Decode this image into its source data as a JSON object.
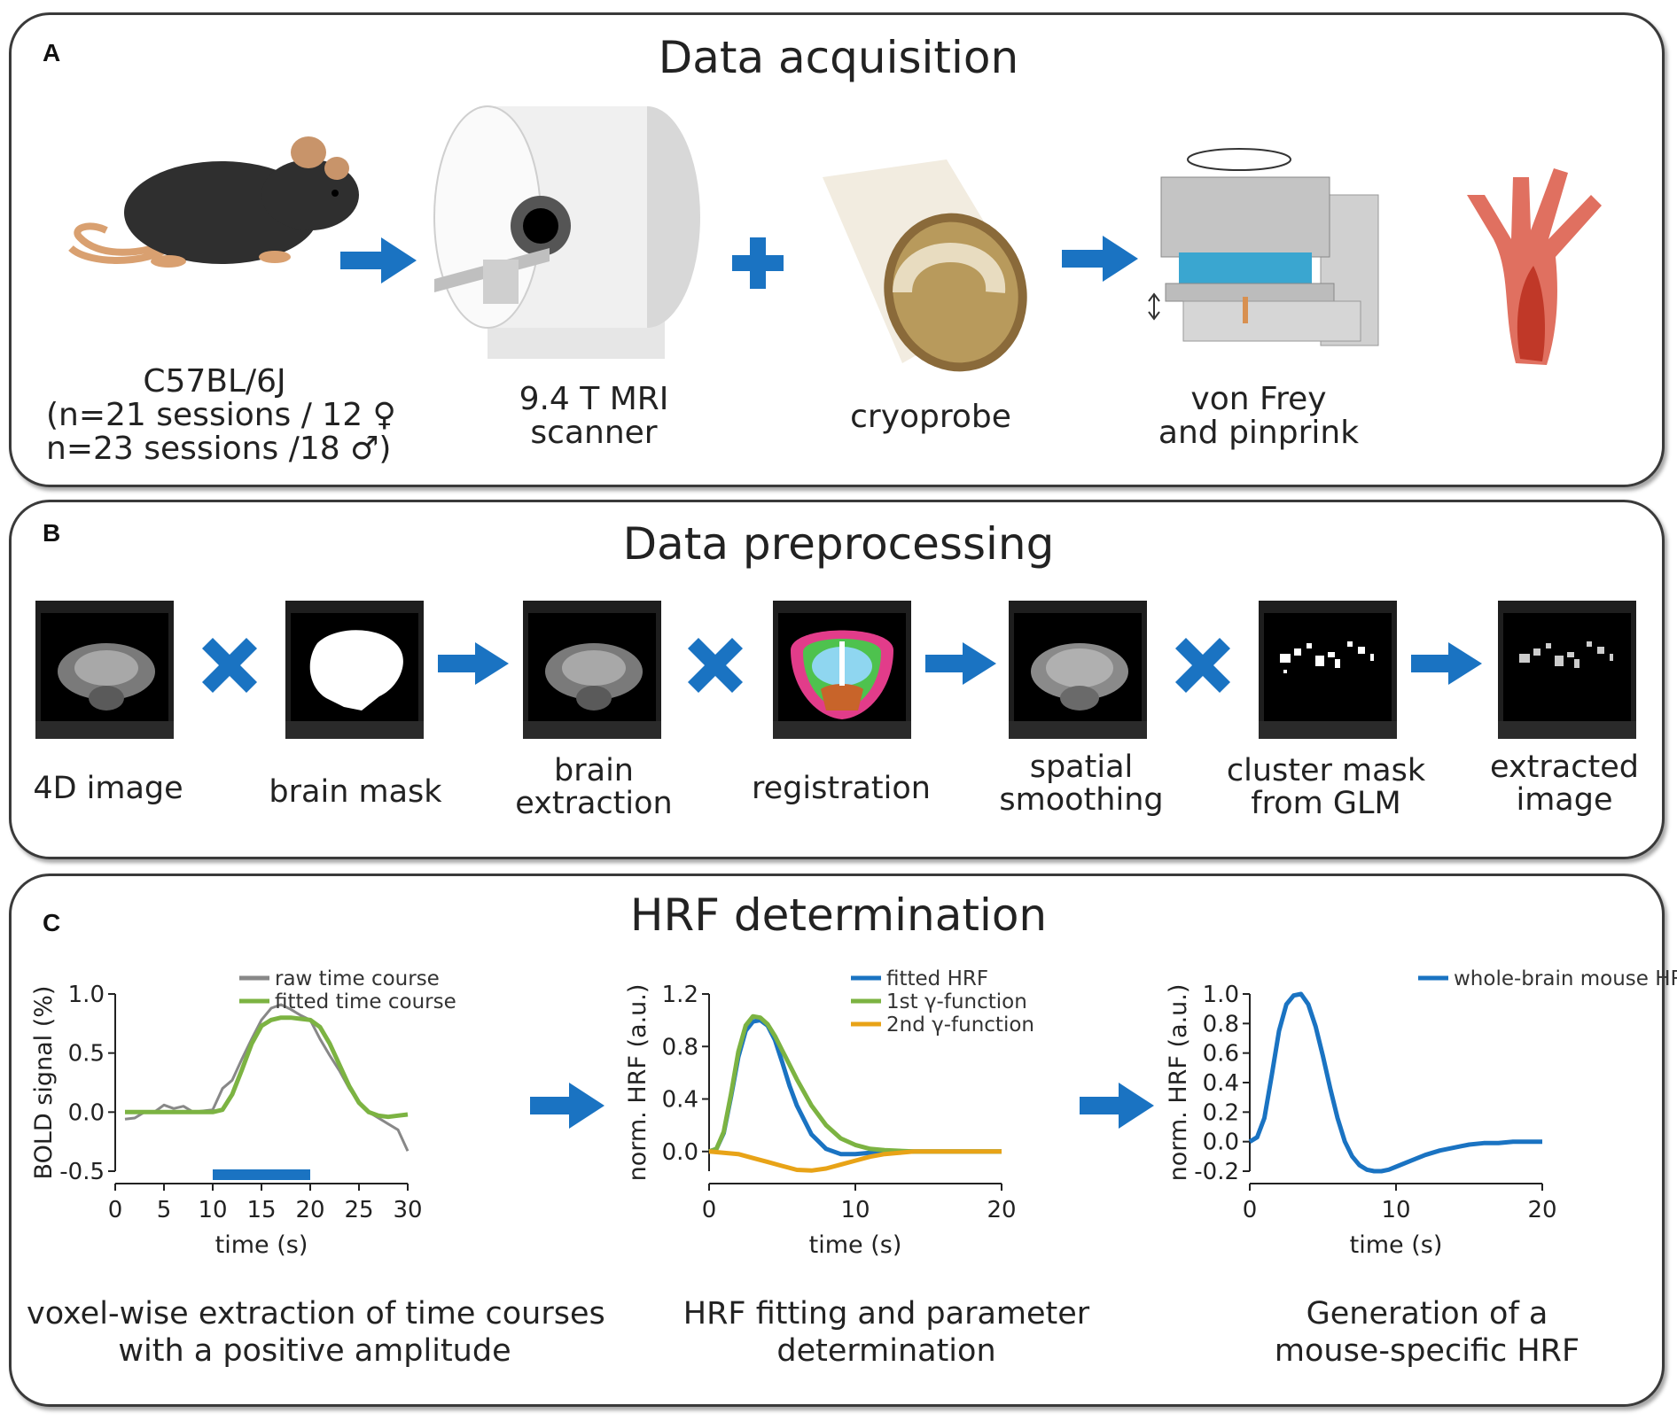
{
  "colors": {
    "blue": "#1a73c2",
    "green": "#7cb342",
    "orange": "#e8a317",
    "gray": "#888888",
    "border": "#3a3a3a"
  },
  "panel_a": {
    "letter": "A",
    "title": "Data acquisition",
    "mouse_caption": [
      "C57BL/6J",
      "(n=21 sessions / 12 ♀",
      "n=23 sessions /18 ♂)"
    ],
    "scanner_caption": [
      "9.4 T MRI",
      "scanner"
    ],
    "cryoprobe_caption": "cryoprobe",
    "stim_caption": [
      "von Frey",
      "and pinprink"
    ]
  },
  "panel_b": {
    "letter": "B",
    "title": "Data preprocessing",
    "steps": [
      {
        "label": [
          "4D image"
        ]
      },
      {
        "label": [
          "brain mask"
        ]
      },
      {
        "label": [
          "brain",
          "extraction"
        ]
      },
      {
        "label": [
          "registration"
        ]
      },
      {
        "label": [
          "spatial",
          "smoothing"
        ]
      },
      {
        "label": [
          "cluster mask",
          "from GLM"
        ]
      },
      {
        "label": [
          "extracted",
          "image"
        ]
      }
    ]
  },
  "panel_c": {
    "letter": "C",
    "title": "HRF determination",
    "captions": [
      [
        "voxel-wise extraction of time courses",
        "with a positive amplitude"
      ],
      [
        "HRF fitting and parameter",
        "determination"
      ],
      [
        "Generation of a",
        "mouse-specific HRF"
      ]
    ]
  },
  "chart_data": [
    {
      "type": "line",
      "xlabel": "time (s)",
      "ylabel": "BOLD signal (%)",
      "xlim": [
        0,
        30
      ],
      "ylim": [
        -0.5,
        1.0
      ],
      "xticks": [
        0,
        5,
        10,
        15,
        20,
        25,
        30
      ],
      "yticks": [
        -0.5,
        0.0,
        0.5,
        1.0
      ],
      "ytick_labels": [
        "-0.5",
        "0.0",
        "0.5",
        "1.0"
      ],
      "stimulus_bar": [
        10,
        20
      ],
      "series": [
        {
          "name": "raw time course",
          "color": "#888888",
          "x": [
            1,
            2,
            3,
            4,
            5,
            6,
            7,
            8,
            9,
            10,
            11,
            12,
            13,
            14,
            15,
            16,
            17,
            18,
            19,
            20,
            21,
            22,
            23,
            24,
            25,
            26,
            27,
            28,
            29,
            30
          ],
          "y": [
            -0.06,
            -0.05,
            0.0,
            0.0,
            0.06,
            0.03,
            0.05,
            0.0,
            0.01,
            0.02,
            0.2,
            0.27,
            0.45,
            0.62,
            0.78,
            0.88,
            0.91,
            0.87,
            0.82,
            0.78,
            0.62,
            0.48,
            0.35,
            0.2,
            0.08,
            0.0,
            -0.05,
            -0.1,
            -0.15,
            -0.33
          ]
        },
        {
          "name": "fitted time course",
          "color": "#7cb342",
          "x": [
            1,
            2,
            3,
            4,
            5,
            6,
            7,
            8,
            9,
            10,
            11,
            12,
            13,
            14,
            15,
            16,
            17,
            18,
            19,
            20,
            21,
            22,
            23,
            24,
            25,
            26,
            27,
            28,
            29,
            30
          ],
          "y": [
            0.0,
            0.0,
            0.0,
            0.0,
            0.0,
            0.0,
            0.0,
            0.0,
            0.0,
            0.0,
            0.02,
            0.15,
            0.36,
            0.58,
            0.73,
            0.78,
            0.8,
            0.8,
            0.79,
            0.78,
            0.72,
            0.58,
            0.4,
            0.22,
            0.08,
            0.0,
            -0.03,
            -0.04,
            -0.03,
            -0.02
          ]
        }
      ]
    },
    {
      "type": "line",
      "xlabel": "time (s)",
      "ylabel": "norm. HRF (a.u.)",
      "xlim": [
        0,
        20
      ],
      "ylim": [
        -0.15,
        1.2
      ],
      "xticks": [
        0,
        10,
        20
      ],
      "yticks": [
        0.0,
        0.4,
        0.8,
        1.2
      ],
      "ytick_labels": [
        "0.0",
        "0.4",
        "0.8",
        "1.2"
      ],
      "series": [
        {
          "name": "fitted HRF",
          "color": "#1a73c2",
          "x": [
            0,
            0.5,
            1,
            1.5,
            2,
            2.5,
            3,
            3.5,
            4,
            4.5,
            5,
            5.5,
            6,
            7,
            8,
            9,
            10,
            11,
            12,
            14,
            16,
            18,
            20
          ],
          "y": [
            0.0,
            0.02,
            0.14,
            0.42,
            0.72,
            0.92,
            0.99,
            1.0,
            0.96,
            0.85,
            0.68,
            0.5,
            0.35,
            0.13,
            0.02,
            -0.02,
            -0.02,
            -0.01,
            0.0,
            0.0,
            0.0,
            0.0,
            0.0
          ]
        },
        {
          "name": "1st γ-function",
          "color": "#7cb342",
          "x": [
            0,
            0.5,
            1,
            1.5,
            2,
            2.5,
            3,
            3.5,
            4,
            4.5,
            5,
            5.5,
            6,
            7,
            8,
            9,
            10,
            11,
            12,
            14,
            16,
            18,
            20
          ],
          "y": [
            0.0,
            0.02,
            0.15,
            0.44,
            0.76,
            0.96,
            1.03,
            1.02,
            0.97,
            0.88,
            0.77,
            0.66,
            0.55,
            0.35,
            0.2,
            0.1,
            0.05,
            0.02,
            0.01,
            0.0,
            0.0,
            0.0,
            0.0
          ]
        },
        {
          "name": "2nd γ-function",
          "color": "#e8a317",
          "x": [
            0,
            1,
            2,
            3,
            4,
            5,
            6,
            7,
            8,
            9,
            10,
            11,
            12,
            13,
            14,
            16,
            18,
            20
          ],
          "y": [
            0.0,
            -0.01,
            -0.02,
            -0.05,
            -0.08,
            -0.11,
            -0.14,
            -0.145,
            -0.13,
            -0.1,
            -0.07,
            -0.04,
            -0.02,
            -0.01,
            0.0,
            0.0,
            0.0,
            0.0
          ]
        }
      ]
    },
    {
      "type": "line",
      "xlabel": "time (s)",
      "ylabel": "norm. HRF (a.u.)",
      "xlim": [
        0,
        20
      ],
      "ylim": [
        -0.2,
        1.0
      ],
      "xticks": [
        0,
        10,
        20
      ],
      "yticks": [
        -0.2,
        0.0,
        0.2,
        0.4,
        0.6,
        0.8,
        1.0
      ],
      "ytick_labels": [
        "-0.2",
        "0.0",
        "0.2",
        "0.4",
        "0.6",
        "0.8",
        "1.0"
      ],
      "series": [
        {
          "name": "whole-brain mouse HRF",
          "color": "#1a73c2",
          "x": [
            0,
            0.5,
            1,
            1.5,
            2,
            2.5,
            3,
            3.5,
            4,
            4.5,
            5,
            5.5,
            6,
            6.5,
            7,
            7.5,
            8,
            8.5,
            9,
            9.5,
            10,
            11,
            12,
            13,
            14,
            15,
            16,
            17,
            18,
            19,
            20
          ],
          "y": [
            0.0,
            0.03,
            0.16,
            0.45,
            0.75,
            0.93,
            0.99,
            1.0,
            0.93,
            0.78,
            0.58,
            0.36,
            0.16,
            0.0,
            -0.1,
            -0.16,
            -0.19,
            -0.2,
            -0.2,
            -0.19,
            -0.17,
            -0.13,
            -0.09,
            -0.06,
            -0.04,
            -0.02,
            -0.01,
            -0.01,
            0.0,
            0.0,
            0.0
          ]
        }
      ]
    }
  ]
}
